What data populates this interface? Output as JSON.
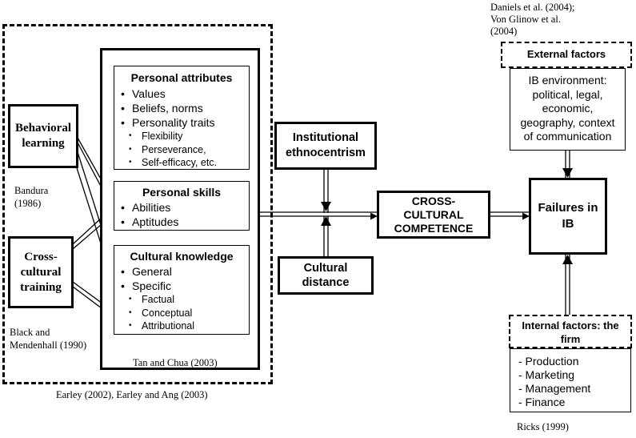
{
  "citations": {
    "daniels_line1": "Daniels et al. (2004);",
    "daniels_line2": "Von Glinow et al.",
    "daniels_line3": "(2004)",
    "bandura_line1": "Bandura",
    "bandura_line2": "(1986)",
    "black_line1": "Black and",
    "black_line2": "Mendenhall (1990)",
    "tan_chua": "Tan and Chua (2003)",
    "earley": "Earley (2002), Earley and Ang (2003)",
    "ricks": "Ricks (1999)"
  },
  "behavioral_learning": {
    "line1": "Behavioral",
    "line2": "learning"
  },
  "cross_cultural_training": {
    "line1": "Cross-",
    "line2": "cultural",
    "line3": "training"
  },
  "personal_attributes": {
    "title": "Personal attributes",
    "items": [
      "Values",
      "Beliefs, norms",
      "Personality traits"
    ],
    "sub_items": [
      "Flexibility",
      "Perseverance,",
      "Self-efficacy, etc."
    ]
  },
  "personal_skills": {
    "title": "Personal skills",
    "items": [
      "Abilities",
      "Aptitudes"
    ]
  },
  "cultural_knowledge": {
    "title": "Cultural knowledge",
    "items": [
      "General",
      "Specific"
    ],
    "sub_items": [
      "Factual",
      "Conceptual",
      "Attributional"
    ]
  },
  "institutional_ethnocentrism": {
    "line1": "Institutional",
    "line2": "ethnocentrism"
  },
  "cultural_distance": {
    "line1": "Cultural",
    "line2": "distance"
  },
  "competence": {
    "line1": "CROSS-",
    "line2": "CULTURAL",
    "line3": "COMPETENCE"
  },
  "failures": {
    "line1": "Failures in",
    "line2": "IB"
  },
  "external_factors": {
    "title": "External factors",
    "body": [
      "IB environment:",
      "political, legal,",
      "economic,",
      "geography, context",
      "of communication"
    ]
  },
  "internal_factors": {
    "title_line1": "Internal factors: the",
    "title_line2": "firm",
    "items": [
      "- Production",
      "- Marketing",
      "- Management",
      "- Finance"
    ]
  }
}
